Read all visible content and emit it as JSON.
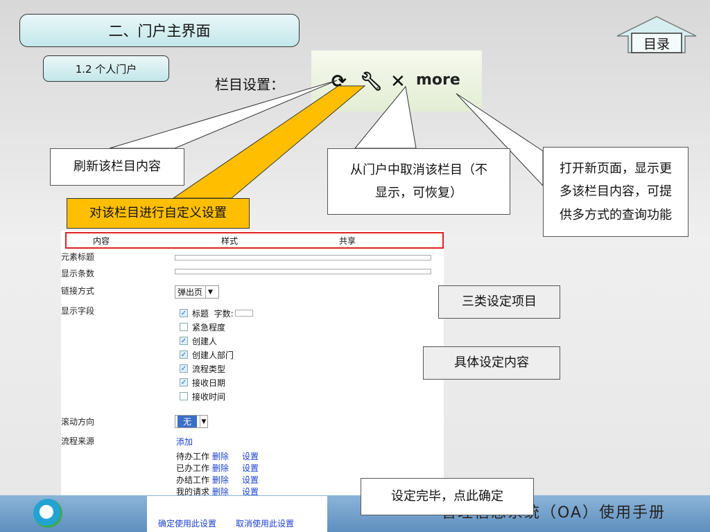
{
  "header": {
    "title": "二、门户主界面",
    "subtitle": "1.2  个人门户",
    "toc_label": "目录"
  },
  "section": {
    "label": "栏目设置："
  },
  "toolbar": {
    "refresh_icon": "refresh-icon",
    "wrench_icon": "wrench-icon",
    "close_icon": "close-icon",
    "more_label": "more"
  },
  "callouts": {
    "refresh": "刷新该栏目内容",
    "custom": "对该栏目进行自定义设置",
    "remove_line1": "从门户中取消该栏目（不",
    "remove_line2": "显示，可恢复）",
    "more_line1": "打开新页面，显示更",
    "more_line2": "多该栏目内容，可提",
    "more_line3": "供多方式的查询功能",
    "three_types": "三类设定项目",
    "detail": "具体设定内容",
    "confirm": "设定完毕，点此确定"
  },
  "form": {
    "tabs": [
      "内容",
      "样式",
      "共享"
    ],
    "labels": {
      "title": "元素标题",
      "count": "显示条数",
      "link_mode": "链接方式",
      "fields": "显示字段",
      "scroll": "滚动方向",
      "source": "流程来源"
    },
    "link_mode_value": "弹出页",
    "scroll_value": "无",
    "fields": [
      {
        "label": "标题",
        "checked": true,
        "extra": "字数:"
      },
      {
        "label": "紧急程度",
        "checked": false
      },
      {
        "label": "创建人",
        "checked": true
      },
      {
        "label": "创建人部门",
        "checked": true
      },
      {
        "label": "流程类型",
        "checked": true
      },
      {
        "label": "接收日期",
        "checked": true
      },
      {
        "label": "接收时间",
        "checked": false
      }
    ],
    "add_label": "添加",
    "sources": [
      {
        "name": "待办工作",
        "delete": "删除",
        "settings": "设置"
      },
      {
        "name": "已办工作",
        "delete": "删除",
        "settings": "设置"
      },
      {
        "name": "办结工作",
        "delete": "删除",
        "settings": "设置"
      },
      {
        "name": "我的请求",
        "delete": "删除",
        "settings": "设置"
      }
    ],
    "confirm_label": "确定使用此设置",
    "cancel_label": "取消使用此设置"
  },
  "footer": {
    "text": "管理信息系统（OA）使用手册"
  },
  "colors": {
    "accent_yellow": "#ffbf00",
    "tab_border": "#e02020",
    "link": "#1a3fcf"
  }
}
